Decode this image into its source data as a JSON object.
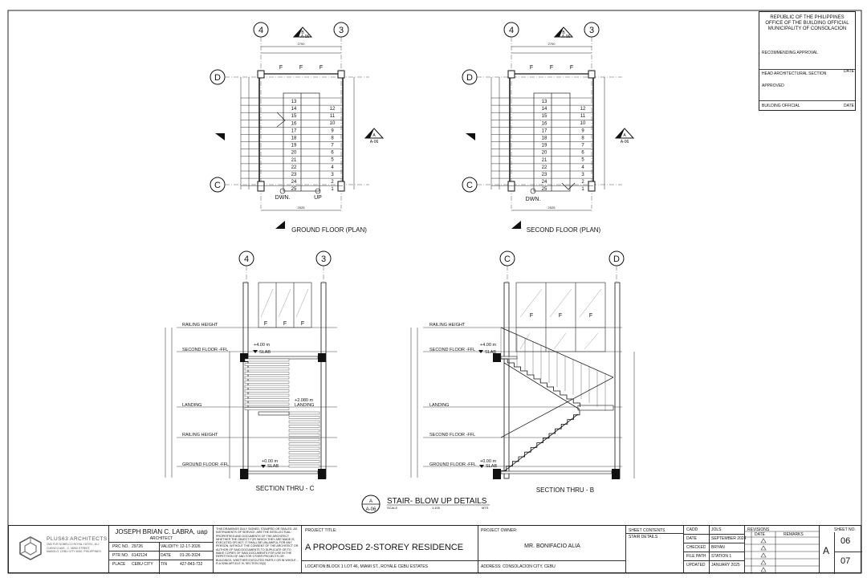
{
  "approval": {
    "line1": "REPUBLIC OF THE PHILIPPINES",
    "line2": "OFFICE OF THE BUILDING OFFICIAL",
    "line3": "MUNICIPALITY OF CONSOLACION",
    "recommending": "RECOMMENDING APPROVAL",
    "head_arch": "HEAD ARCHITECTURAL SECTION",
    "date1": "DATE",
    "approved": "APPROVED",
    "building_official": "BUILDING OFFICIAL",
    "date2": "DATE"
  },
  "plans": {
    "ground_title": "GROUND FLOOR (PLAN)",
    "second_title": "SECOND FLOOR (PLAN)",
    "grid_4": "4",
    "grid_3": "3",
    "grid_D": "D",
    "grid_C": "C",
    "dwn": "DWN.",
    "up": "UP",
    "dim_top": "2700",
    "dim_bottom": "2525",
    "window_f": "F",
    "section_ref_top": "B",
    "section_ref_bottom": "A-06",
    "section_ref_side": "A",
    "ground_left_steps": [
      "13",
      "14",
      "15",
      "16",
      "17",
      "18",
      "19",
      "20",
      "21",
      "22",
      "23",
      "24",
      "25"
    ],
    "ground_right_steps": [
      "12",
      "11",
      "10",
      "9",
      "8",
      "7",
      "6",
      "5",
      "4",
      "3",
      "2",
      "1"
    ],
    "second_left_steps": [
      "13",
      "14",
      "15",
      "16",
      "17",
      "18",
      "19",
      "20",
      "21",
      "22",
      "23",
      "24",
      "25"
    ],
    "second_right_steps": [
      "12",
      "11",
      "10",
      "9",
      "8",
      "7",
      "6",
      "5",
      "4",
      "3",
      "2",
      "1"
    ]
  },
  "sections": {
    "thru_c": "SECTION THRU - C",
    "thru_b": "SECTION THRU - B",
    "railing_height": "RAILING HEIGHT",
    "second_floor": "SECOND FLOOR -FFL",
    "landing": "LANDING",
    "ground_floor": "GROUND FLOOR -FFL",
    "plus4": "+4.00 m",
    "plus2": "+2.080 m",
    "plus0": "+0.00 m",
    "slab": "SLAB",
    "landing_label": "LANDING",
    "grid_C": "C",
    "grid_D": "D",
    "grid_4": "4",
    "grid_3": "3",
    "window_f": "F"
  },
  "detail": {
    "ref_top": "A",
    "ref_bottom": "A-06",
    "title": "STAIR- BLOW UP DETAILS",
    "scale_label": "SCALE",
    "scale_value": "1:100",
    "units": "MTS"
  },
  "titleblock": {
    "firm": "PLUS63 ARCHITECTS",
    "firm_address": "2ND FLR NOBELCO ROYAL HOTEL, M.J. CUENCO AVE., C. MIND STREET, MABOLO, CEBU CITY 6000, PHILIPPINES",
    "architect": "JOSEPH BRIAN C. LABRA, uap",
    "architect_role": "ARCHITECT",
    "prc_label": "PRC NO.",
    "prc": "29726",
    "validity_label": "VALIDITY:",
    "validity": "12-17-2026",
    "ptr_label": "PTR NO.",
    "ptr": "6142124",
    "date_label": "DATE",
    "date": "01-26-2024",
    "place_label": "PLACE",
    "place": "CEBU CITY",
    "tin_label": "TIN",
    "tin": "427-843-732",
    "notice": "THIS DRAWINGS DULY SIGNED, STAMPED OR SEALED, AS INSTRUMENTS OF SERVICE, ARE THE INTELLECTUAL PROPERTIES AND DOCUMENTS OF THE ARCHITECT WHETHER THE OBJECT FOR WHICH THEY ARE MADE IS EXECUTED OR NOT. IT SHALL BE UNLAWFUL FOR ANY PERSON, WITHOUT THE CONSENT OF THE ARCHITECT OR AUTHOR OF SAID DOCUMENTS TO DUPLICATE OR TO MAKE COPIES OF SAID DOCUMENTS FOR USE IN THE REPETITION OF AND FOR OTHER PROJECTS OR BUILDINGS, WHETHER EXECUTED PARTLY OR IN WHOLE. - R.A 9266 ARTICLE IV, SECTION 33(3)",
    "project_title_label": "PROJECT TITLE:",
    "project_title": "A PROPOSED 2-STOREY RESIDENCE",
    "location": "LOCATION:BLOCK 1 LOT 46, MIAMI ST., ROYALE CEBU ESTATES",
    "owner_label": "PROJECT OWNER:",
    "owner": "MR. BONIFACIO ALIA",
    "address": "ADDRESS:  CONSOLACION CITY, CEBU",
    "sheet_contents_label": "SHEET CONTENTS",
    "sheet_contents": "STAIR DETAILS",
    "cadd_label": "CADD",
    "cadd": "JOLS",
    "date2_label": "DATE",
    "date2": "SEPTEMBER 2024",
    "checked_label": "CHECKED",
    "checked": "BRYAN",
    "filepath_label": "FILE PATH",
    "filepath": "STATION 1",
    "updated_label": "UPDATED",
    "updated": "JANUARY 2025",
    "revisions_label": "REVISIONS",
    "rev_date": "DATE",
    "rev_remarks": "REMARKS",
    "sheet_no_label": "SHEET NO.",
    "sheet_letter": "A",
    "sheet_num": "06",
    "sheet_total": "07"
  }
}
